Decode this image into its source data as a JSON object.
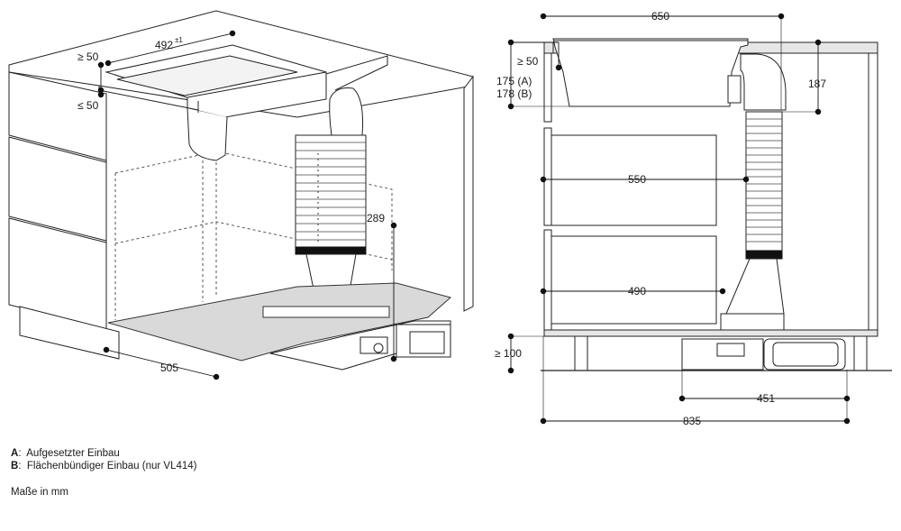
{
  "left_view": {
    "dims": {
      "d492": "492",
      "d492_tol": "±1",
      "d_ge50": "≥ 50",
      "d_le50": "≤ 50",
      "d289": "289",
      "d505": "505"
    }
  },
  "right_view": {
    "dims": {
      "d650": "650",
      "d_ge50": "≥ 50",
      "d175": "175 (A)",
      "d178": "178 (B)",
      "d187": "187",
      "d550": "550",
      "d490": "490",
      "d_ge100": "≥ 100",
      "d451": "451",
      "d835": "835"
    }
  },
  "legend": {
    "a_key": "A",
    "a_text": "Aufgesetzter Einbau",
    "b_key": "B",
    "b_text": "Flächenbündiger Einbau (nur VL414)",
    "units": "Maße in mm"
  }
}
